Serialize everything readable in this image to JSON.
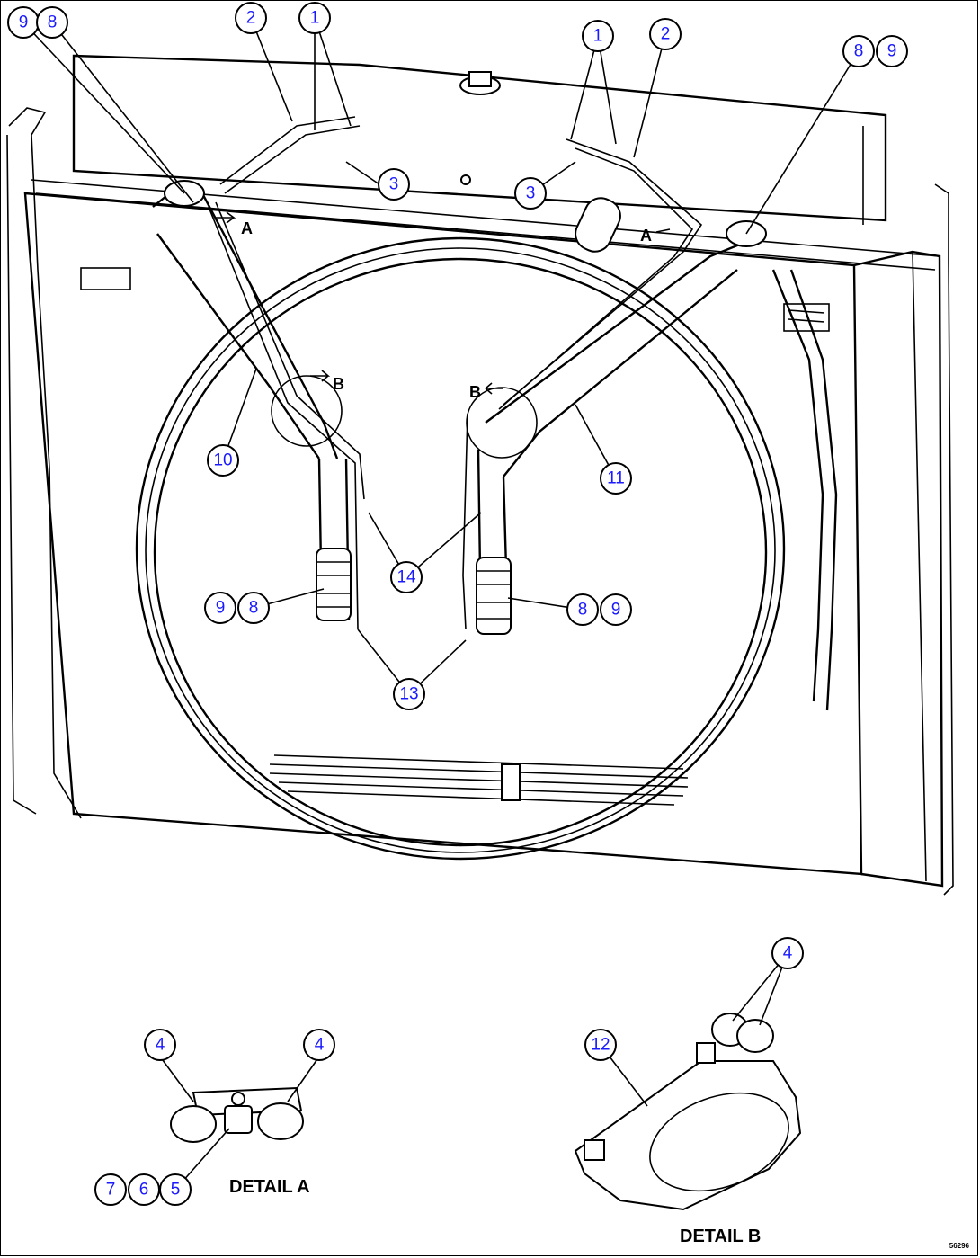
{
  "balloons": [
    {
      "text": "9"
    },
    {
      "text": "8"
    },
    {
      "text": "2"
    },
    {
      "text": "1"
    },
    {
      "text": "1"
    },
    {
      "text": "2"
    },
    {
      "text": "8"
    },
    {
      "text": "9"
    },
    {
      "text": "3"
    },
    {
      "text": "3"
    },
    {
      "text": "10"
    },
    {
      "text": "11"
    },
    {
      "text": "14"
    },
    {
      "text": "9"
    },
    {
      "text": "8"
    },
    {
      "text": "8"
    },
    {
      "text": "9"
    },
    {
      "text": "13"
    },
    {
      "text": "4"
    },
    {
      "text": "4"
    },
    {
      "text": "7"
    },
    {
      "text": "6"
    },
    {
      "text": "5"
    },
    {
      "text": "4"
    },
    {
      "text": "12"
    }
  ],
  "view_letters": {
    "a_left": "A",
    "a_right": "A",
    "b_left": "B",
    "b_right": "B"
  },
  "detail_a": "DETAIL A",
  "detail_b": "DETAIL B",
  "drawing_number": "56296"
}
